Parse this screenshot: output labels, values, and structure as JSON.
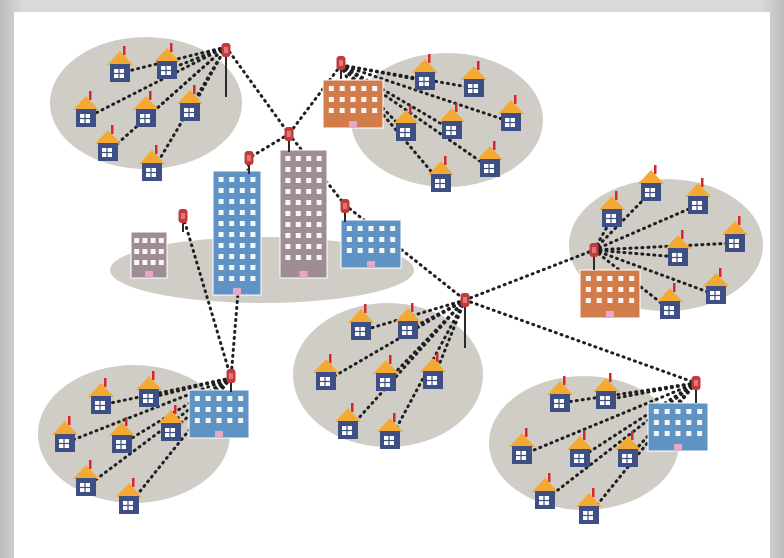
{
  "diagram": {
    "kind": "network-topology",
    "colors": {
      "cluster_fill": "#cfcdc6",
      "link": "#1f1f1f",
      "house_roof": "#f4a932",
      "house_body": "#3e4f86",
      "antenna_tip": "#d8262e",
      "tower": "#c23a3a",
      "building_blue": "#5f93c3",
      "building_mauve": "#9f8c94",
      "building_orange": "#d27c4c",
      "frame": "#cfcfcf"
    },
    "clusters": [
      "top-left",
      "top-right",
      "center",
      "right",
      "middle",
      "bottom-left",
      "bottom-right"
    ],
    "icons": [
      "house-icon",
      "radio-tower-icon",
      "apartment-building-icon",
      "office-tower-icon"
    ]
  }
}
